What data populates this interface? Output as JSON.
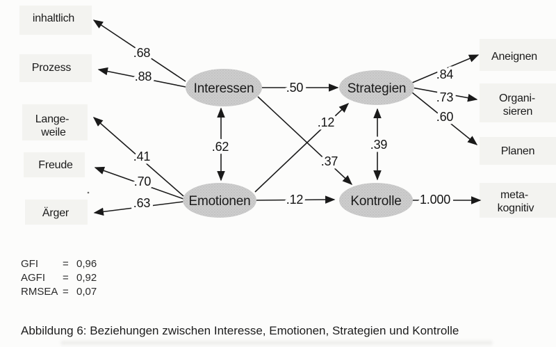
{
  "diagram": {
    "latents": {
      "interessen": "Interessen",
      "emotionen": "Emotionen",
      "strategien": "Strategien",
      "kontrolle": "Kontrolle"
    },
    "observed": {
      "inhaltlich": "inhaltlich",
      "prozess": "Prozess",
      "langeweile_line1": "Lange-",
      "langeweile_line2": "weile",
      "freude": "Freude",
      "aerger": "Ärger",
      "aneignen": "Aneignen",
      "organisieren_line1": "Organi-",
      "organisieren_line2": "sieren",
      "planen": "Planen",
      "metakognitiv_line1": "meta-",
      "metakognitiv_line2": "kognitiv"
    },
    "coefficients": {
      "interessen_inhaltlich": ".68",
      "interessen_prozess": ".88",
      "emotionen_langeweile": ".41",
      "emotionen_freude": ".70",
      "emotionen_aerger": ".63",
      "interessen_strategien": ".50",
      "interessen_emotionen": ".62",
      "emotionen_strategien": ".12",
      "interessen_kontrolle": ".37",
      "strategien_kontrolle": ".39",
      "emotionen_kontrolle": ".12",
      "kontrolle_metakognitiv": "1.000",
      "strategien_aneignen": ".84",
      "strategien_organisieren": ".73",
      "strategien_planen": ".60"
    }
  },
  "fit": {
    "rows": [
      {
        "label": "GFI",
        "eq": "=",
        "value": "0,96"
      },
      {
        "label": "AGFI",
        "eq": "=",
        "value": "0,92"
      },
      {
        "label": "RMSEA",
        "eq": "=",
        "value": "0,07"
      }
    ]
  },
  "caption": "Abbildung 6: Beziehungen zwischen Interesse, Emotionen, Strategien und Kontrolle",
  "colors": {
    "paper": "#fcfcfb",
    "ink": "#1a1a1a",
    "ellipse_fill": "#cccccc",
    "label_shade": "#f3f3f0"
  }
}
